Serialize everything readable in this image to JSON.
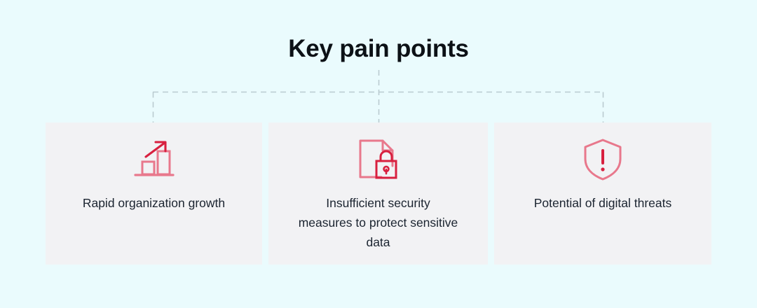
{
  "page": {
    "background_color": "#eafbfd",
    "title": "Key pain points"
  },
  "connector": {
    "style": "dashed-bracket",
    "color": "#b9cbd0"
  },
  "colors": {
    "accent_strong": "#d8203f",
    "accent_light": "#e8788c",
    "card_background": "#f2f2f4",
    "text": "#1b2430",
    "title_text": "#0c1116"
  },
  "cards": [
    {
      "id": "rapid-organization-growth",
      "icon": "bar-chart-growth-icon",
      "label": "Rapid organization growth"
    },
    {
      "id": "insufficient-security-measures",
      "icon": "document-lock-icon",
      "label": "Insufficient security measures to protect sensitive data"
    },
    {
      "id": "potential-digital-threats",
      "icon": "shield-alert-icon",
      "label": "Potential of digital threats"
    }
  ]
}
